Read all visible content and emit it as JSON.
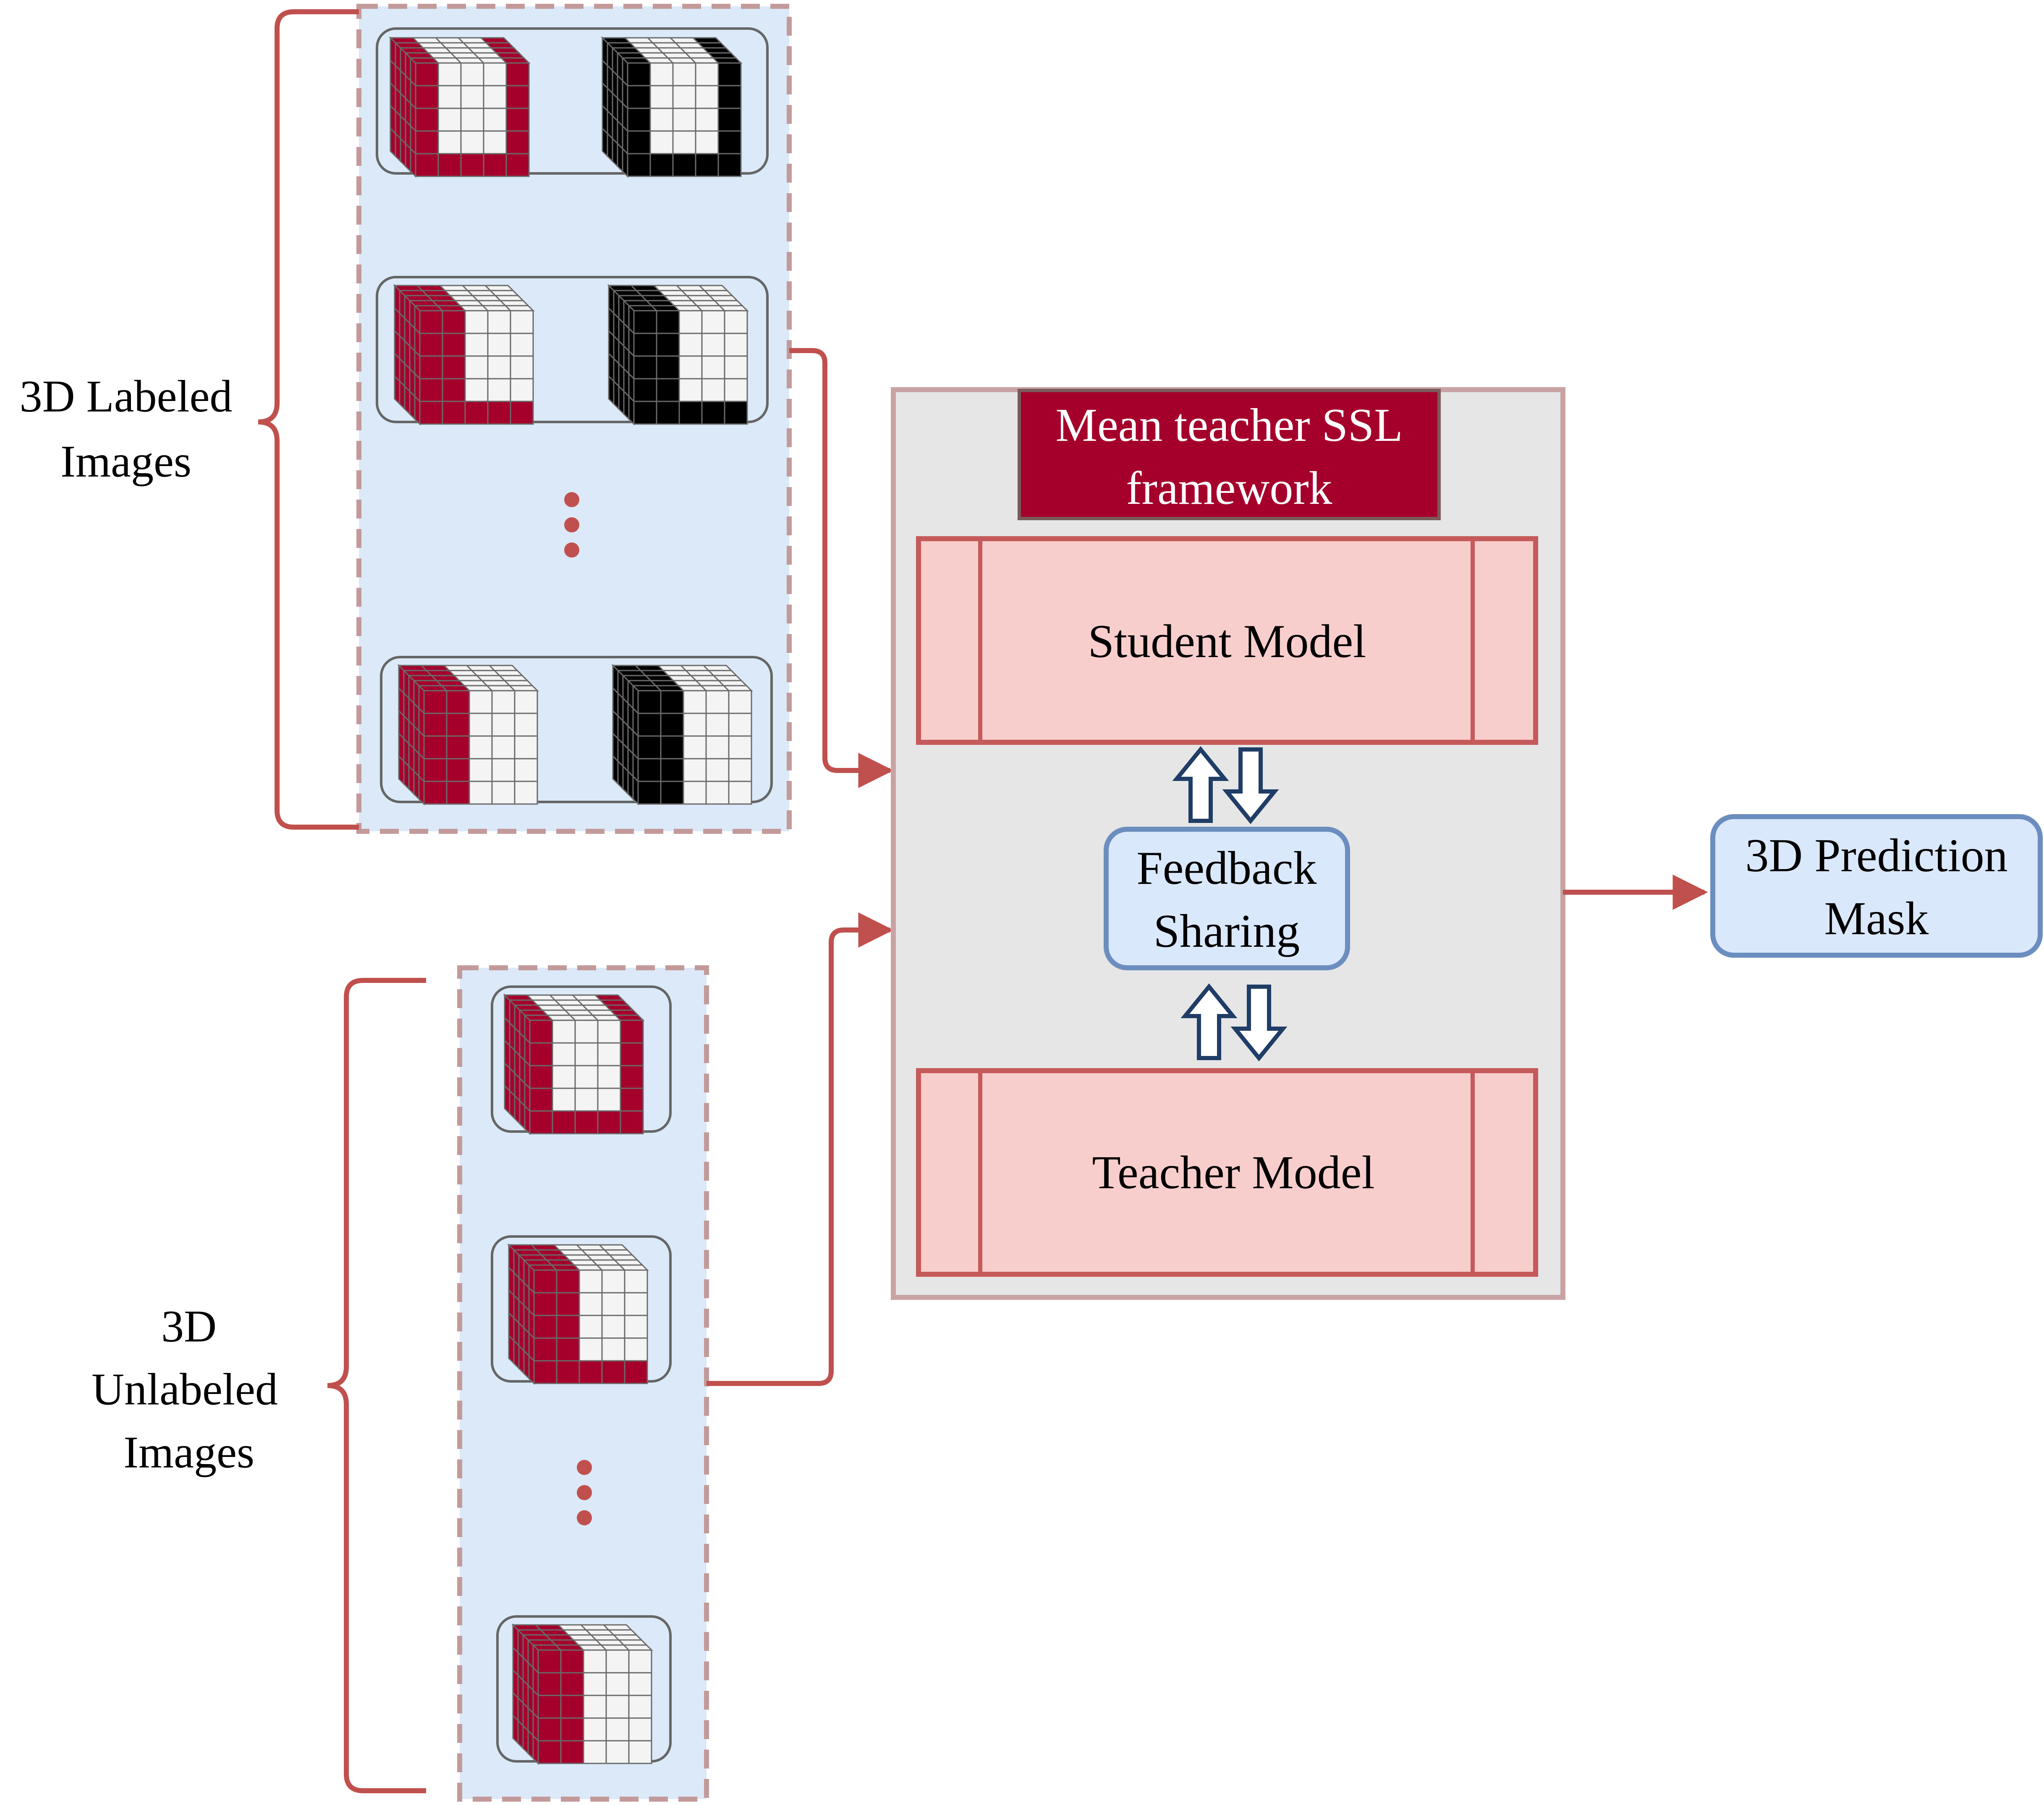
{
  "labels": {
    "labeled_line1": "3D Labeled",
    "labeled_line2": "Images",
    "unlabeled_line1": "3D",
    "unlabeled_line2": "Unlabeled",
    "unlabeled_line3": "Images",
    "framework_line1": "Mean teacher SSL",
    "framework_line2": "framework",
    "student": "Student Model",
    "teacher": "Teacher Model",
    "feedback_line1": "Feedback",
    "feedback_line2": "Sharing",
    "output_line1": "3D Prediction",
    "output_line2": "Mask"
  },
  "colors": {
    "accent": "#a5002c",
    "bracket": "#c0504d",
    "panel_fill": "#dbe9f8",
    "panel_border": "#c39a9a",
    "framework_fill": "#e6e6e6",
    "framework_border": "#c9a3a3",
    "model_fill": "#f8cecc",
    "model_border": "#c55a5a",
    "feedback_fill": "#dae8fc",
    "feedback_border": "#6c8ebf",
    "arrow_blue": "#1f3d66"
  },
  "cubes": {
    "labeled_pairs": [
      {
        "image": {
          "fill": "#a5002c",
          "variant": "u"
        },
        "mask": {
          "fill": "#000000",
          "variant": "u"
        }
      },
      {
        "image": {
          "fill": "#a5002c",
          "variant": "l"
        },
        "mask": {
          "fill": "#000000",
          "variant": "l"
        }
      },
      {
        "image": {
          "fill": "#a5002c",
          "variant": "t"
        },
        "mask": {
          "fill": "#000000",
          "variant": "t"
        }
      }
    ],
    "unlabeled": [
      {
        "fill": "#a5002c",
        "variant": "u"
      },
      {
        "fill": "#a5002c",
        "variant": "l"
      },
      {
        "fill": "#a5002c",
        "variant": "t"
      }
    ]
  }
}
